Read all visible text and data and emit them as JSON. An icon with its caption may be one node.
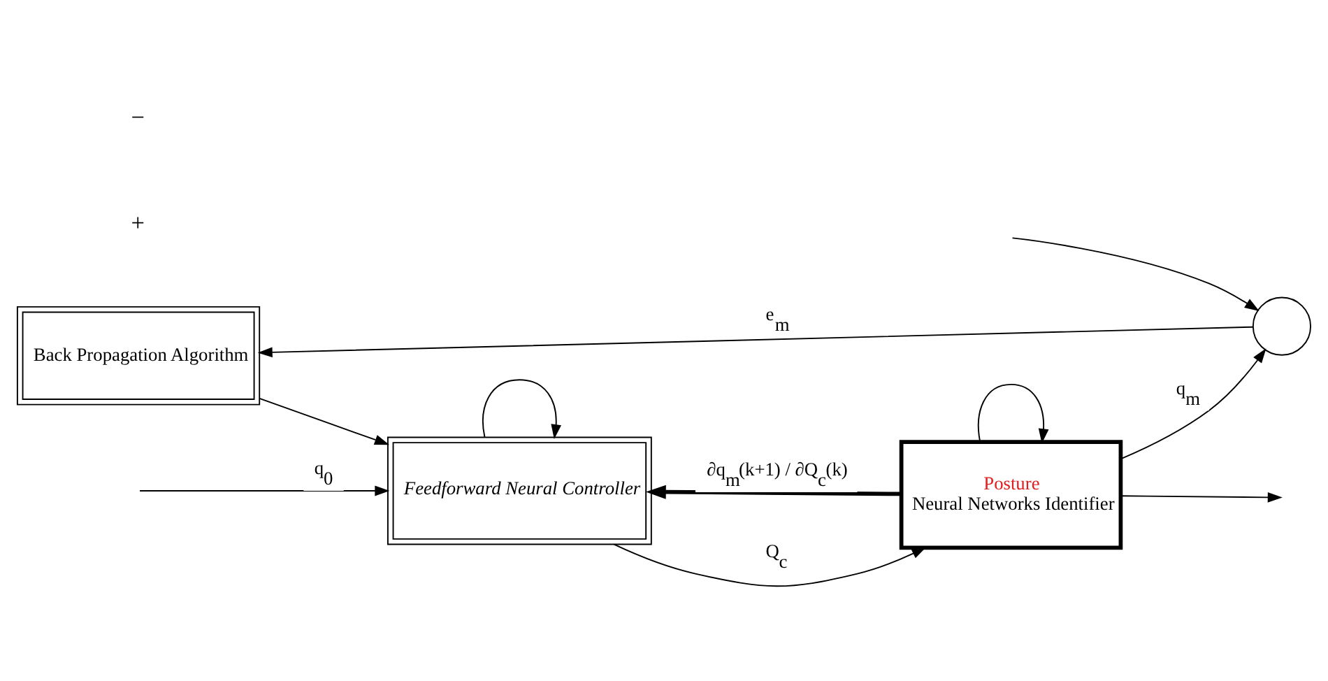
{
  "diagram": {
    "nodes": [
      {
        "text": [
          "Back Propagation Algorithm"
        ]
      },
      {
        "text": [
          "Feedforward Neural Controller"
        ]
      },
      {
        "text": [
          "Posture",
          "Neural Networks Identifier"
        ]
      },
      {
        "text": [],
        "shape": "circle"
      }
    ],
    "edges": [
      {
        "from": null,
        "to": 1,
        "arrow": "to",
        "label": "q$_{0}$"
      },
      {
        "from": null,
        "to": 3,
        "arrow": "to"
      },
      {
        "from": 3,
        "to": 0,
        "arrow": "to",
        "label": "e$_{m}$"
      },
      {
        "from": 0,
        "to": 1,
        "arrow": "to"
      },
      {
        "from": 1,
        "to": 2,
        "arrow": "to",
        "label": "Q$_{c}$"
      },
      {
        "from": 1,
        "to": 1,
        "arrow": "to"
      },
      {
        "from": 2,
        "to": 1,
        "arrow": "to",
        "style": "thick",
        "label": "∂q$_{m}$(k+1) / ∂Q$_{c}$(k)"
      },
      {
        "from": 2,
        "to": 3,
        "arrow": "to",
        "label": "q$_{m}$"
      },
      {
        "from": 2,
        "to": null,
        "arrow": "to"
      },
      {
        "from": 2,
        "to": 2,
        "arrow": "to"
      }
    ],
    "labels": [
      "+",
      "−"
    ]
  }
}
